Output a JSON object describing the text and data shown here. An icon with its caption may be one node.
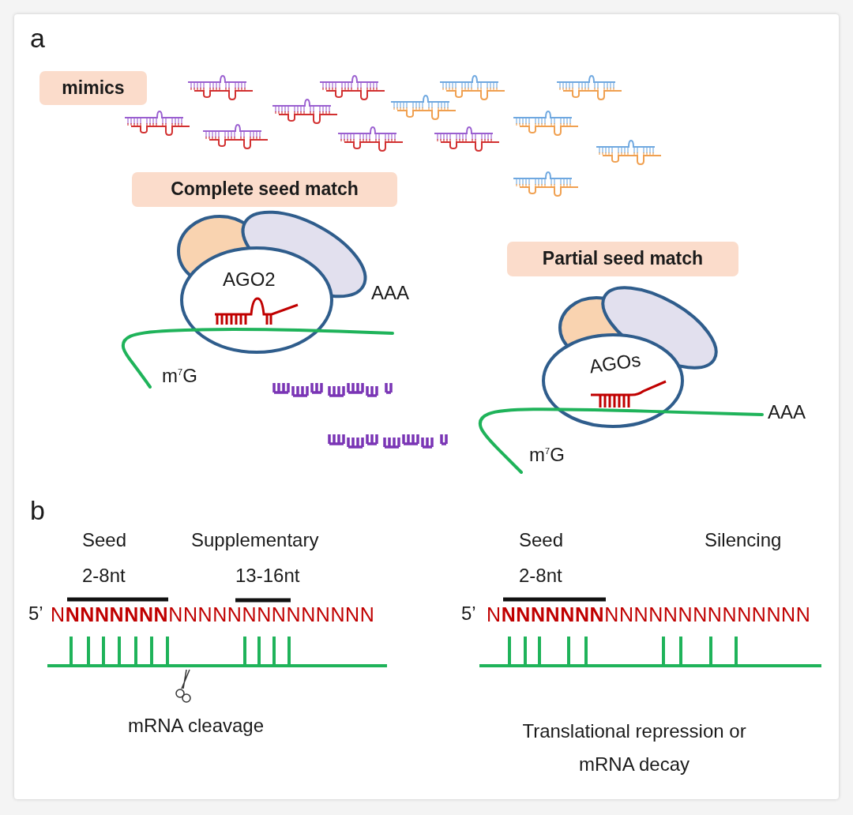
{
  "diagram": {
    "nodes": [
      {
        "text": [
          "mimics"
        ]
      },
      {
        "text": [
          "Complete seed match"
        ]
      },
      {
        "text": [
          "AGO2"
        ]
      },
      {
        "text": [
          "Partial seed match"
        ]
      },
      {
        "text": [
          "AGOs"
        ]
      }
    ],
    "labels": [
      "a",
      "AAA",
      "m$^{7}$G",
      "AAA",
      "m$^{7}$G",
      "b",
      "Seed",
      "Supplementary",
      "Seed",
      "Silencing",
      "2-8nt",
      "13-16nt",
      "2-8nt",
      "5’",
      "N**NNNNNNN**NNNNNNNNNNNNNN",
      "5’",
      "N**NNNNNNN**NNNNNNNNNNNNNN",
      "mRNA cleavage",
      "Translational repression or mRNA decay"
    ]
  }
}
